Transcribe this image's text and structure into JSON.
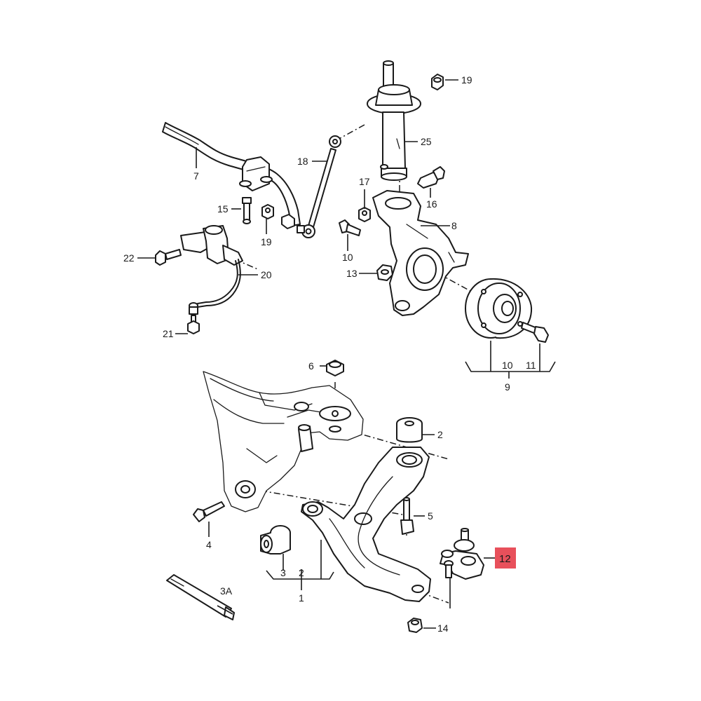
{
  "labels": {
    "p1": "1",
    "p2a": "2",
    "p2b": "2",
    "p3": "3",
    "p3a": "3A",
    "p4": "4",
    "p5": "5",
    "p6": "6",
    "p7": "7",
    "p8": "8",
    "p9": "9",
    "p10a": "10",
    "p10b": "10",
    "p11": "11",
    "p12": "12",
    "p13": "13",
    "p14": "14",
    "p15": "15",
    "p16": "16",
    "p17": "17",
    "p18": "18",
    "p19a": "19",
    "p19b": "19",
    "p20": "20",
    "p21": "21",
    "p22": "22",
    "p25": "25"
  },
  "highlight": {
    "part": "12",
    "color": "#e8505b"
  }
}
